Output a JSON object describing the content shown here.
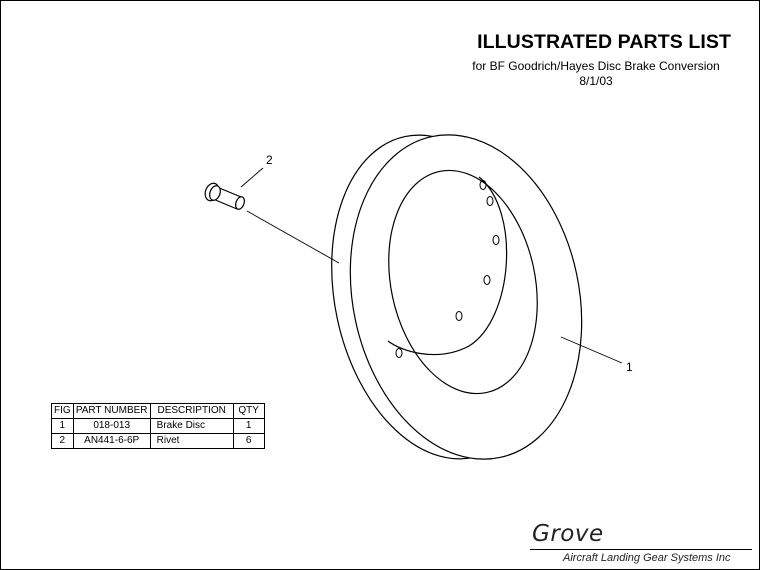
{
  "header": {
    "title": "ILLUSTRATED PARTS LIST",
    "subtitle": "for BF Goodrich/Hayes Disc Brake Conversion",
    "date": "8/1/03"
  },
  "callouts": [
    "1",
    "2"
  ],
  "parts_table": {
    "headers": [
      "FIG",
      "PART NUMBER",
      "DESCRIPTION",
      "QTY"
    ],
    "rows": [
      [
        "1",
        "018-013",
        "Brake Disc",
        "1"
      ],
      [
        "2",
        "AN441-6-6P",
        "Rivet",
        "6"
      ]
    ]
  },
  "logo": {
    "name": "Grove",
    "tagline": "Aircraft Landing Gear Systems Inc"
  }
}
